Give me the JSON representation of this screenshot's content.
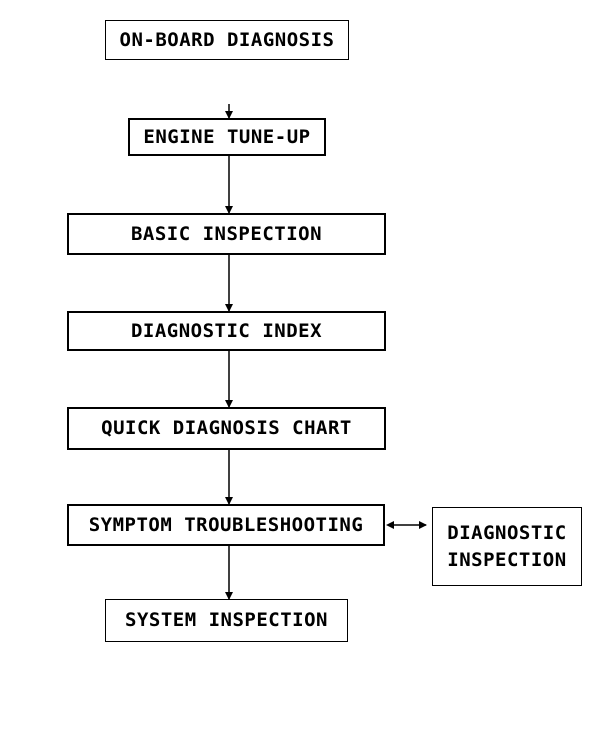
{
  "flowchart": {
    "nodes": {
      "on_board_diagnosis": "ON-BOARD DIAGNOSIS",
      "engine_tune_up": "ENGINE TUNE-UP",
      "basic_inspection": "BASIC INSPECTION",
      "diagnostic_index": "DIAGNOSTIC INDEX",
      "quick_diagnosis_chart": "QUICK DIAGNOSIS CHART",
      "symptom_troubleshooting": "SYMPTOM TROUBLESHOOTING",
      "diagnostic_inspection_line1": "DIAGNOSTIC",
      "diagnostic_inspection_line2": "INSPECTION",
      "system_inspection": "SYSTEM INSPECTION"
    },
    "colors": {
      "stroke": "#000000",
      "background": "#ffffff"
    }
  }
}
